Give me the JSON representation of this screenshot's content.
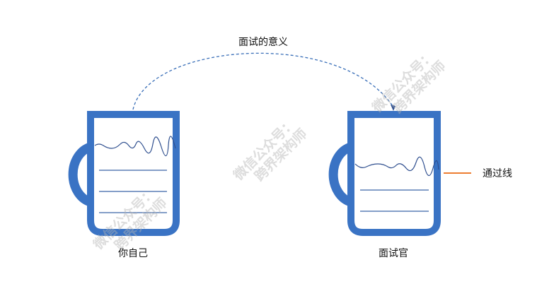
{
  "title": "面试的意义",
  "mugs": [
    {
      "label": "你自己"
    },
    {
      "label": "面试官"
    }
  ],
  "pass_line_label": "通过线",
  "watermark": {
    "line1": "微信公众号：",
    "line2": "跨界架构师"
  },
  "colors": {
    "mug": "#3A73C4",
    "water_line": "#2F4F8F",
    "level_line": "#3B64A8",
    "pass_line": "#ED7D31",
    "arrow": "#3A6FB8"
  }
}
